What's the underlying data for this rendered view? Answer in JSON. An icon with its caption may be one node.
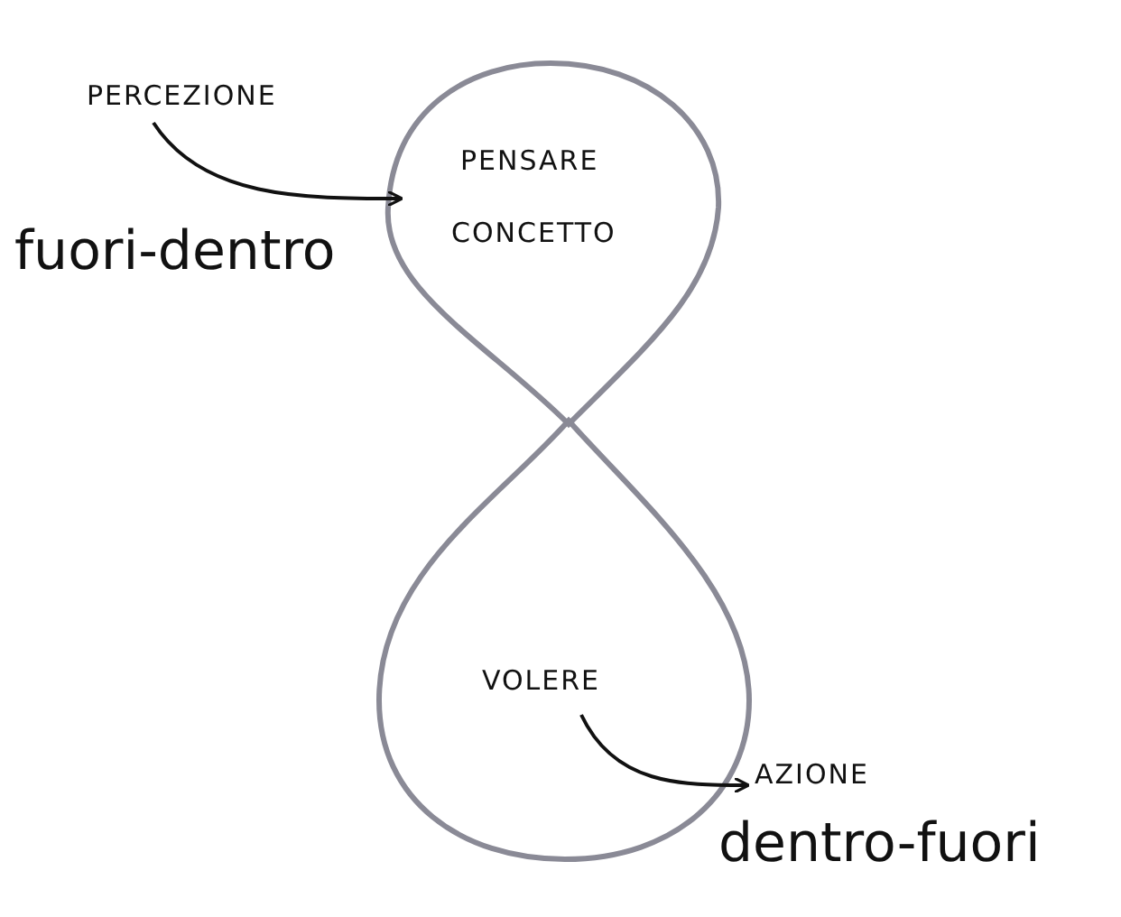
{
  "diagram": {
    "nodes": [
      {
        "text": [
          "PENSARE",
          "CONCETTO"
        ]
      },
      {
        "text": [
          "VOLERE"
        ]
      },
      {
        "text": [
          "PERCEZIONE"
        ]
      },
      {
        "text": [
          "AZIONE"
        ]
      }
    ],
    "edges": [
      {
        "from": 2,
        "to": 0,
        "arrow": "to"
      },
      {
        "from": 1,
        "to": 3,
        "arrow": "to"
      }
    ],
    "labels": [
      "fuori-dentro",
      "dentro-fuori"
    ]
  }
}
